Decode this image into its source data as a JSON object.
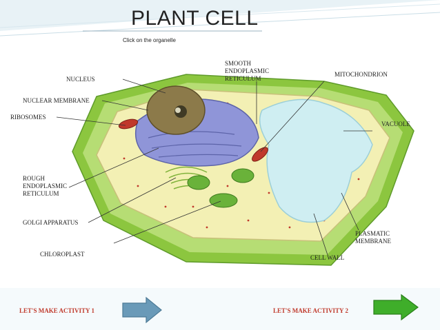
{
  "header": {
    "title": "PLANT CELL",
    "subtitle": "Click on the organelle"
  },
  "labels": {
    "nucleus": "NUCLEUS",
    "nuclear_membrane": "NUCLEAR MEMBRANE",
    "ribosomes": "RIBOSOMES",
    "smooth_er": [
      "SMOOTH",
      "ENDOPLASMIC",
      "RETICULUM"
    ],
    "mitochondrion": "MITOCHONDRION",
    "vacuole": "VACUOLE",
    "rough_er": [
      "ROUGH",
      "ENDOPLASMIC",
      "RETICULUM"
    ],
    "golgi": "GOLGI APPARATUS",
    "chloroplast": "CHLOROPLAST",
    "plasmatic_membrane": [
      "PLASMATIC",
      "MEMBRANE"
    ],
    "cell_wall": "CELL WALL"
  },
  "footer": {
    "activity1": "LET'S MAKE ACTIVITY 1",
    "activity2": "LET'S MAKE ACTIVITY 2"
  },
  "colors": {
    "activity_text": "#c0392b",
    "arrow1": "#6a9ab8",
    "arrow2": "#3fae2a",
    "cell_wall": "#8cc63f",
    "cytoplasm": "#f3f0b4",
    "vacuole": "#cfeef2",
    "er": "#8f95d8",
    "nucleus": "#8c7a4a"
  },
  "icons": [
    "right-arrow-icon",
    "right-arrow-icon"
  ]
}
